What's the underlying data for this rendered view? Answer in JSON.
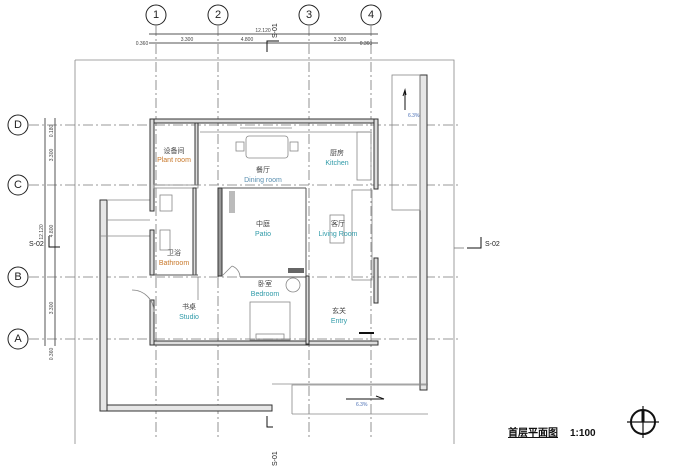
{
  "grid_axes": {
    "vertical": [
      "1",
      "2",
      "3",
      "4"
    ],
    "horizontal": [
      "D",
      "C",
      "B",
      "A"
    ]
  },
  "dimensions": {
    "top_total": "12.120",
    "top_segments": [
      "0.360",
      "3.300",
      "4.800",
      "3.300",
      "0.360"
    ],
    "left_total": "12.120",
    "left_segments": [
      "0.180",
      "3.300",
      "4.800",
      "3.300",
      "0.360"
    ]
  },
  "section_marks": {
    "s01": "S-01",
    "s02": "S-02"
  },
  "rooms": [
    {
      "zh": "设备间",
      "en": "Plant room",
      "color": "#c8782a"
    },
    {
      "zh": "餐厅",
      "en": "Dining room",
      "color": "#5a8fb0"
    },
    {
      "zh": "厨房",
      "en": "Kitchen",
      "color": "#2f9aa8"
    },
    {
      "zh": "中庭",
      "en": "Patio",
      "color": "#2f9aa8"
    },
    {
      "zh": "客厅",
      "en": "Living Room",
      "color": "#2f9aa8"
    },
    {
      "zh": "卫浴",
      "en": "Bathroom",
      "color": "#c8782a"
    },
    {
      "zh": "卧室",
      "en": "Bedroom",
      "color": "#2f9aa8"
    },
    {
      "zh": "书桌",
      "en": "Studio",
      "color": "#2f9aa8"
    },
    {
      "zh": "玄关",
      "en": "Entry",
      "color": "#2f9aa8"
    }
  ],
  "slopes": {
    "ramp_right": "6.3%",
    "ramp_bottom": "6.3%"
  },
  "title": {
    "name": "首层平面图",
    "scale": "1:100"
  }
}
